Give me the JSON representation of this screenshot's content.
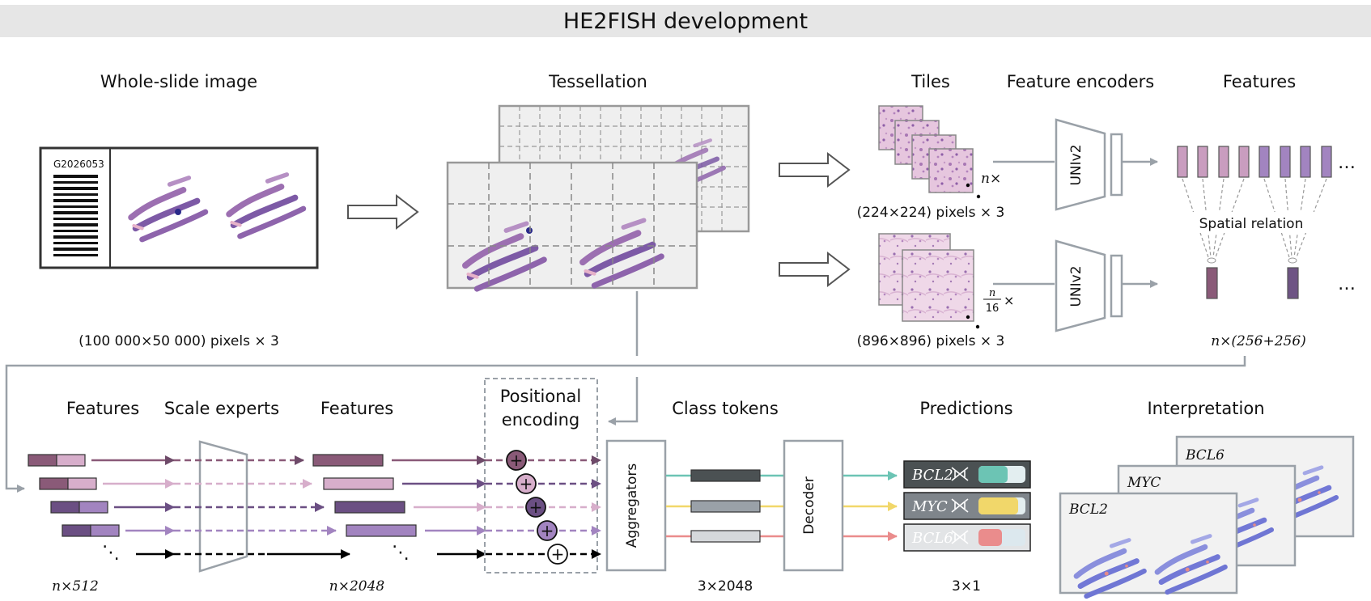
{
  "title": "HE2FISH development",
  "top": {
    "wsi_label": "Whole-slide image",
    "barcode": "G2026053",
    "wsi_size": "(100 000×50 000) pixels × 3",
    "tessellation_label": "Tessellation",
    "tiles_label": "Tiles",
    "encoders_label": "Feature encoders",
    "features_label": "Features",
    "encoder_name": "UNIv2",
    "tiles_count_small": "n×",
    "tiles_count_large_num": "n",
    "tiles_count_large_den": "16",
    "tiles_size_small": "(224×224) pixels × 3",
    "tiles_size_large": "(896×896) pixels × 3",
    "spatial_relation": "Spatial relation",
    "features_dim": "n×(256+256)",
    "ellipsis": "…"
  },
  "bottom": {
    "features_label": "Features",
    "scale_experts_label": "Scale experts",
    "features2_label": "Features",
    "positional_label_1": "Positional",
    "positional_label_2": "encoding",
    "class_tokens_label": "Class tokens",
    "predictions_label": "Predictions",
    "interpretation_label": "Interpretation",
    "aggregators": "Aggregators",
    "decoder": "Decoder",
    "dim_in": "n×512",
    "dim_mid": "n×2048",
    "dim_tokens": "3×2048",
    "dim_pred": "3×1",
    "plus": "+",
    "dots": "⋱",
    "genes": [
      "BCL2",
      "MYC",
      "BCL6"
    ],
    "heatmap_labels": [
      "BCL6",
      "MYC",
      "BCL2"
    ],
    "colors": {
      "bcl2_line": "#6cc4b4",
      "myc_line": "#f1d76a",
      "bcl6_line": "#ea8c8c",
      "bcl2_box": "#4b5153",
      "myc_box": "#7f858b",
      "bcl6_box": "#cdd0d3",
      "feat_dark": "#7b5276",
      "feat_mid": "#b98aae",
      "feat_light": "#d7aecb",
      "feat_purple": "#a284c0"
    }
  }
}
